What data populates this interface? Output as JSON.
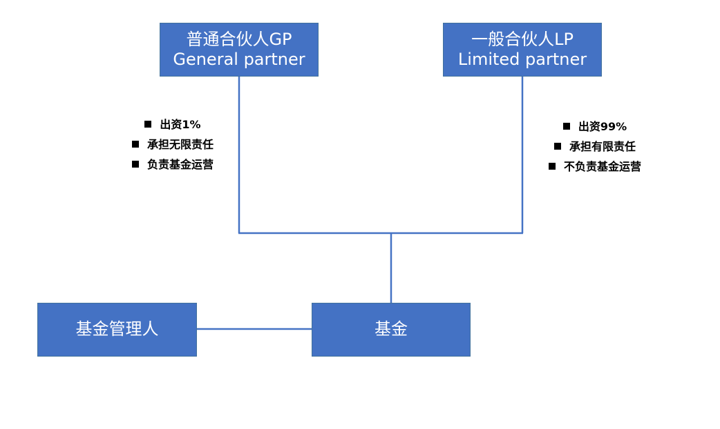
{
  "colors": {
    "node_fill": "#4472c4",
    "node_border": "#41719c",
    "connector": "#4472c4",
    "note_text": "#000000"
  },
  "nodes": {
    "gp": {
      "line1": "普通合伙人GP",
      "line2": "General partner"
    },
    "lp": {
      "line1": "一般合伙人LP",
      "line2": "Limited partner"
    },
    "manager": {
      "label": "基金管理人"
    },
    "fund": {
      "label": "基金"
    }
  },
  "notes": {
    "gp": [
      "出资1%",
      "承担无限责任",
      "负责基金运营"
    ],
    "lp": [
      "出资99%",
      "承担有限责任",
      "不负责基金运营"
    ]
  }
}
